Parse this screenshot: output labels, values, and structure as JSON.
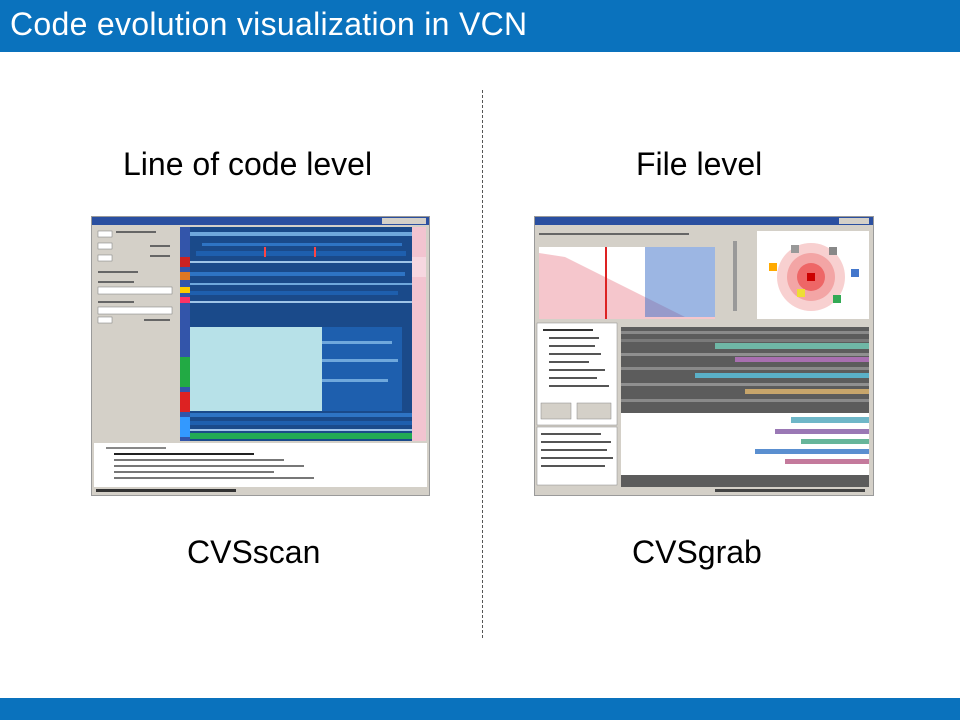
{
  "slide": {
    "title": "Code evolution visualization in VCN",
    "left_panel": {
      "heading": "Line of code level",
      "caption": "CVSscan",
      "screenshot_icon": "cvsscan-screenshot"
    },
    "right_panel": {
      "heading": "File level",
      "caption": "CVSgrab",
      "screenshot_icon": "cvsgrab-screenshot"
    }
  },
  "colors": {
    "title_bar": "#0a72bd",
    "bottom_bar": "#0a72bd",
    "title_text": "#ffffff",
    "divider": "#555555"
  }
}
